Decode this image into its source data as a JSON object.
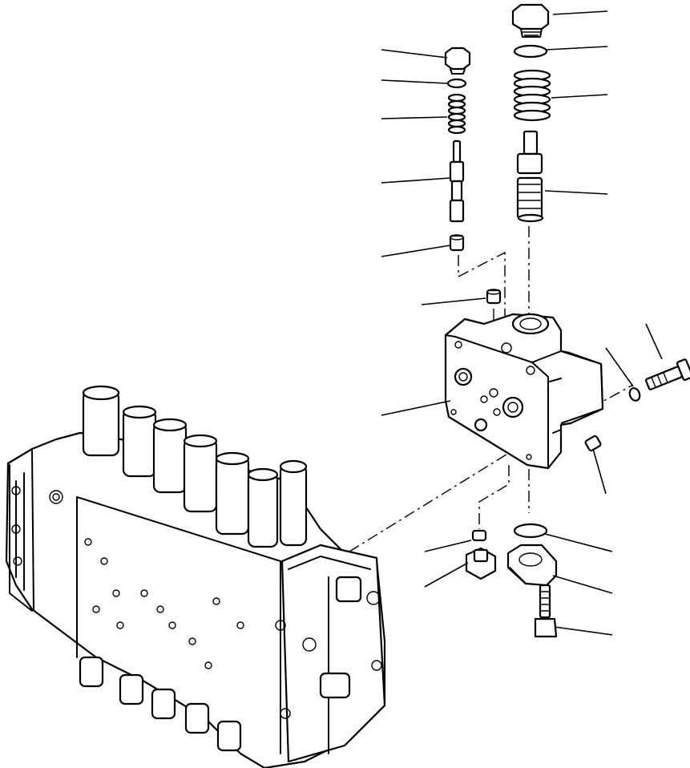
{
  "diagram": {
    "kind": "exploded-parts-view",
    "line_color": "#000000",
    "background": "#ffffff",
    "callouts": [
      {
        "id": "leader-plug-top-right"
      },
      {
        "id": "leader-oring-top-right"
      },
      {
        "id": "leader-spring-large"
      },
      {
        "id": "leader-spool-large"
      },
      {
        "id": "leader-plug-small"
      },
      {
        "id": "leader-oring-small"
      },
      {
        "id": "leader-spring-small"
      },
      {
        "id": "leader-spool-small"
      },
      {
        "id": "leader-plug-cap"
      },
      {
        "id": "leader-screw-plug"
      },
      {
        "id": "leader-valve-body"
      },
      {
        "id": "leader-bolt"
      },
      {
        "id": "leader-washer"
      },
      {
        "id": "leader-fitting"
      },
      {
        "id": "leader-oring-bottom"
      },
      {
        "id": "leader-flange"
      },
      {
        "id": "leader-flange-bolt"
      },
      {
        "id": "leader-seal-small"
      },
      {
        "id": "leader-plug-bottom"
      }
    ]
  }
}
